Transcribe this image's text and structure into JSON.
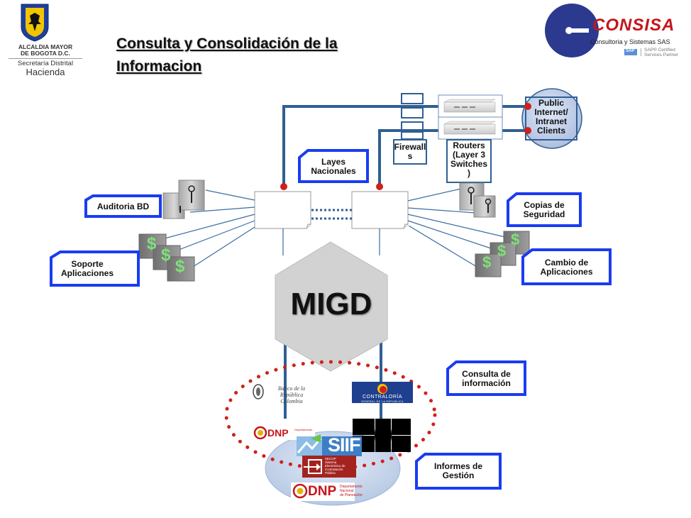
{
  "title": {
    "line1": "Consulta y Consolidación de la",
    "line2": "Informacion"
  },
  "left_logo": {
    "line1": "ALCALDIA MAYOR",
    "line2": "DE BOGOTA D.C.",
    "line3": "Secretaría Distrital",
    "line4": "Hacienda"
  },
  "right_logo": {
    "name": "CONSISA",
    "subtitle": "Consultoria y Sistemas SAS",
    "badge": "SAP",
    "badge_text_1": "SAP® Certified",
    "badge_text_2": "Services Partner"
  },
  "network": {
    "firewalls_label_1": "Firewall",
    "firewalls_label_2": "s",
    "routers_label": [
      "Routers",
      "(Layer 3",
      "Switches",
      ")"
    ],
    "internet_label": [
      "Public",
      "Internet/",
      "Intranet",
      "Clients"
    ]
  },
  "callouts": {
    "layes_nacionales": [
      "Layes",
      "Nacionales"
    ],
    "auditoria_bd": [
      "Auditoria BD"
    ],
    "soporte_aplicaciones": [
      "Soporte",
      "Aplicaciones"
    ],
    "copias_seguridad": [
      "Copias de",
      "Seguridad"
    ],
    "cambio_aplicaciones": [
      "Cambio de",
      "Aplicaciones"
    ],
    "consulta_informacion": [
      "Consulta de",
      "información"
    ],
    "informes_gestion": [
      "Informes de",
      "Gestión"
    ]
  },
  "core": {
    "label": "MIGD"
  },
  "entities": {
    "banco_republica": [
      "Banco de la República",
      "Colombia"
    ],
    "contraloria": [
      "CONTRALORÍA",
      "GENERAL DE LA REPUBLICA"
    ],
    "dnp_small": "DNP",
    "dnp_small_sub": "Departamento",
    "siif": "SIIF",
    "secop_title": "SECOP",
    "secop_desc": [
      "Sistema",
      "Electrónico de",
      "Contratación",
      "Pública"
    ],
    "dnp_large": "DNP",
    "dnp_large_sub": [
      "Departamento",
      "Nacional",
      "de Planeación"
    ]
  },
  "icons": {
    "dollar_glyph": "$",
    "key_glyph": "key"
  },
  "colors": {
    "callout_border": "#1a3cf0",
    "trunk_line": "#2f5f93",
    "thin_line": "#3a6ea5",
    "connector_dot": "#d0201a",
    "dotted_ellipse": "#d0201a",
    "hexagon": "#d2d2d2",
    "consisa_blue": "#2b3a8f",
    "consisa_red": "#c4161c",
    "base_ellipse": "#c8d8ee",
    "server_green": "#7fe07a"
  }
}
